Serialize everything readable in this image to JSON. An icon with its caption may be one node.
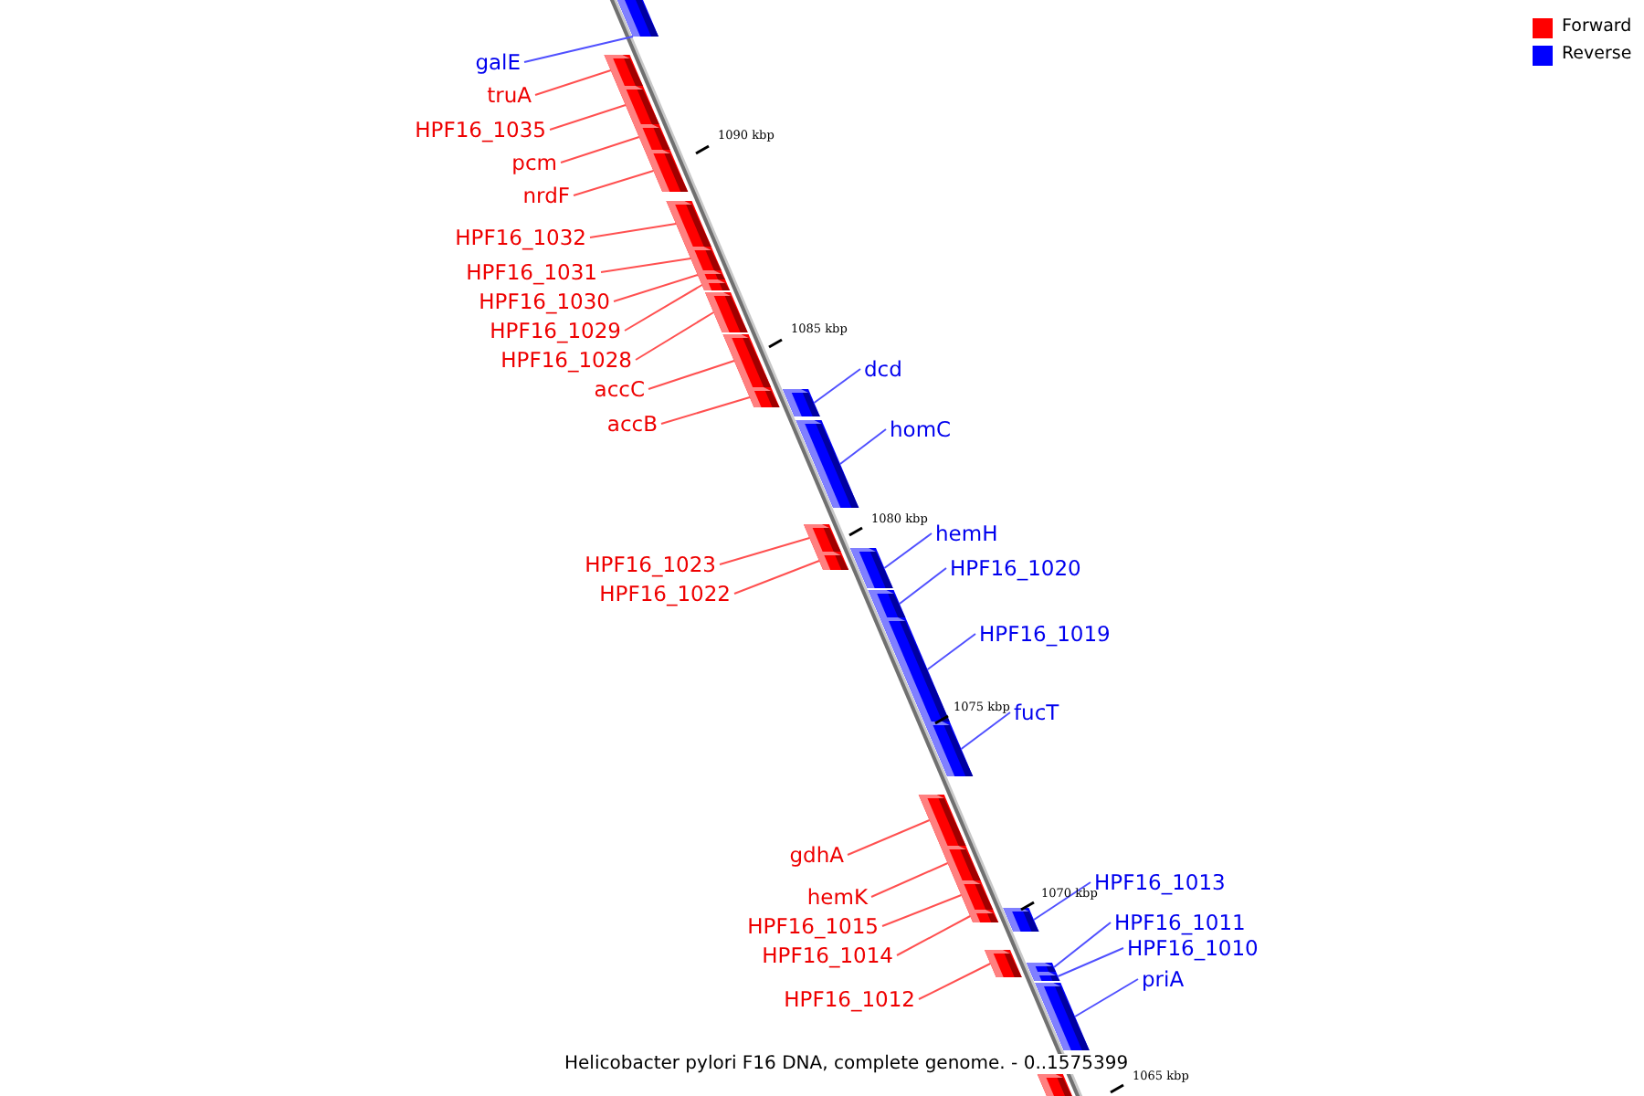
{
  "diagram": {
    "caption": "Helicobacter pylori F16 DNA, complete genome. - 0..1575399",
    "nodes": [
      {
        "text": [
          "galE"
        ]
      },
      {
        "text": [],
        "shape": "bar"
      },
      {
        "text": [
          "truA"
        ]
      },
      {
        "text": [],
        "shape": "bar"
      },
      {
        "text": [
          "HPF16_1035"
        ]
      },
      {
        "text": [],
        "shape": "bar"
      },
      {
        "text": [
          "pcm"
        ]
      },
      {
        "text": [],
        "shape": "bar"
      },
      {
        "text": [
          "nrdF"
        ]
      },
      {
        "text": [],
        "shape": "bar"
      },
      {
        "text": [
          "HPF16_1032"
        ]
      },
      {
        "text": [],
        "shape": "bar"
      },
      {
        "text": [
          "HPF16_1031"
        ]
      },
      {
        "text": [],
        "shape": "bar"
      },
      {
        "text": [
          "HPF16_1030"
        ]
      },
      {
        "text": [],
        "shape": "bar"
      },
      {
        "text": [
          "HPF16_1029"
        ]
      },
      {
        "text": [],
        "shape": "bar"
      },
      {
        "text": [
          "HPF16_1028"
        ]
      },
      {
        "text": [],
        "shape": "bar"
      },
      {
        "text": [
          "accC"
        ]
      },
      {
        "text": [],
        "shape": "bar"
      },
      {
        "text": [
          "accB"
        ]
      },
      {
        "text": [],
        "shape": "bar"
      },
      {
        "text": [
          "dcd"
        ]
      },
      {
        "text": [],
        "shape": "bar"
      },
      {
        "text": [
          "homC"
        ]
      },
      {
        "text": [],
        "shape": "bar"
      },
      {
        "text": [
          "HPF16_1023"
        ]
      },
      {
        "text": [],
        "shape": "bar"
      },
      {
        "text": [
          "HPF16_1022"
        ]
      },
      {
        "text": [],
        "shape": "bar"
      },
      {
        "text": [
          "hemH"
        ]
      },
      {
        "text": [],
        "shape": "bar"
      },
      {
        "text": [
          "HPF16_1020"
        ]
      },
      {
        "text": [],
        "shape": "bar"
      },
      {
        "text": [
          "HPF16_1019"
        ]
      },
      {
        "text": [],
        "shape": "bar"
      },
      {
        "text": [
          "fucT"
        ]
      },
      {
        "text": [],
        "shape": "bar"
      },
      {
        "text": [
          "gdhA"
        ]
      },
      {
        "text": [],
        "shape": "bar"
      },
      {
        "text": [
          "hemK"
        ]
      },
      {
        "text": [],
        "shape": "bar"
      },
      {
        "text": [
          "HPF16_1015"
        ]
      },
      {
        "text": [],
        "shape": "bar"
      },
      {
        "text": [
          "HPF16_1013"
        ]
      },
      {
        "text": [],
        "shape": "bar"
      },
      {
        "text": [
          "HPF16_1014"
        ]
      },
      {
        "text": [],
        "shape": "bar"
      },
      {
        "text": [
          "HPF16_1011"
        ]
      },
      {
        "text": [],
        "shape": "bar"
      },
      {
        "text": [
          "HPF16_1010"
        ]
      },
      {
        "text": [],
        "shape": "bar"
      },
      {
        "text": [
          "priA"
        ]
      },
      {
        "text": [],
        "shape": "bar"
      },
      {
        "text": [
          "HPF16_1012"
        ]
      },
      {
        "text": [],
        "shape": "bar"
      },
      {
        "text": [],
        "shape": "bar"
      }
    ],
    "edges": [
      {
        "from": 0,
        "to": 1,
        "arrow": "none",
        "color": "#5050ff"
      },
      {
        "from": 2,
        "to": 3,
        "arrow": "none"
      },
      {
        "from": 4,
        "to": 5,
        "arrow": "none"
      },
      {
        "from": 6,
        "to": 7,
        "arrow": "none"
      },
      {
        "from": 8,
        "to": 9,
        "arrow": "none"
      },
      {
        "from": 10,
        "to": 11,
        "arrow": "none"
      },
      {
        "from": 12,
        "to": 13,
        "arrow": "none"
      },
      {
        "from": 14,
        "to": 15,
        "arrow": "none"
      },
      {
        "from": 16,
        "to": 17,
        "arrow": "none"
      },
      {
        "from": 18,
        "to": 19,
        "arrow": "none"
      },
      {
        "from": 20,
        "to": 21,
        "arrow": "none"
      },
      {
        "from": 22,
        "to": 23,
        "arrow": "none"
      },
      {
        "from": 24,
        "to": 25,
        "arrow": "none",
        "color": "#5050ff"
      },
      {
        "from": 26,
        "to": 27,
        "arrow": "none",
        "color": "#5050ff"
      },
      {
        "from": 28,
        "to": 29,
        "arrow": "none"
      },
      {
        "from": 30,
        "to": 31,
        "arrow": "none"
      },
      {
        "from": 32,
        "to": 33,
        "arrow": "none",
        "color": "#5050ff"
      },
      {
        "from": 34,
        "to": 35,
        "arrow": "none",
        "color": "#5050ff"
      },
      {
        "from": 36,
        "to": 37,
        "arrow": "none",
        "color": "#5050ff"
      },
      {
        "from": 38,
        "to": 39,
        "arrow": "none",
        "color": "#5050ff"
      },
      {
        "from": 40,
        "to": 41,
        "arrow": "none"
      },
      {
        "from": 42,
        "to": 43,
        "arrow": "none"
      },
      {
        "from": 44,
        "to": 45,
        "arrow": "none"
      },
      {
        "from": 46,
        "to": 47,
        "arrow": "none",
        "color": "#5050ff"
      },
      {
        "from": 48,
        "to": 49,
        "arrow": "none"
      },
      {
        "from": 50,
        "to": 51,
        "arrow": "none",
        "color": "#5050ff"
      },
      {
        "from": 52,
        "to": 53,
        "arrow": "none",
        "color": "#5050ff"
      },
      {
        "from": 54,
        "to": 55,
        "arrow": "none",
        "color": "#5050ff"
      },
      {
        "from": 56,
        "to": 57,
        "arrow": "none"
      }
    ],
    "labels": [
      "1090 kbp",
      "1085 kbp",
      "1080 kbp",
      "1075 kbp",
      "1070 kbp",
      "1065 kbp"
    ],
    "legend": [
      {
        "text": "Forward",
        "color": "#ff0000"
      },
      {
        "text": "Reverse",
        "color": "#0000ff"
      }
    ]
  }
}
